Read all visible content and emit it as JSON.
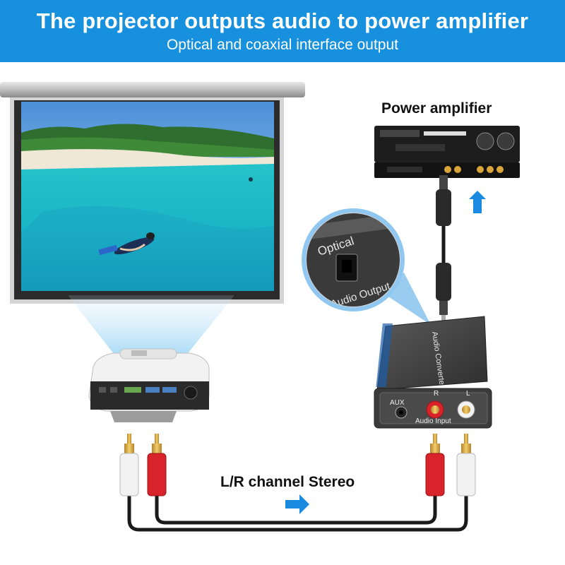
{
  "header": {
    "title": "The projector outputs audio to power amplifier",
    "subtitle": "Optical and coaxial interface output"
  },
  "labels": {
    "power_amplifier": "Power amplifier",
    "stereo": "L/R channel Stereo"
  },
  "converter": {
    "name": "Audio Converter",
    "input_label": "Audio Input",
    "aux": "AUX",
    "right": "R",
    "left": "L"
  },
  "zoom": {
    "optical": "Optical",
    "output": "Audio Output"
  },
  "colors": {
    "banner": "#1790de",
    "arrow": "#1a8be0",
    "rca_red": "#d8232a",
    "rca_white": "#f2f2f2",
    "connector_gold": "#d9a63a"
  }
}
